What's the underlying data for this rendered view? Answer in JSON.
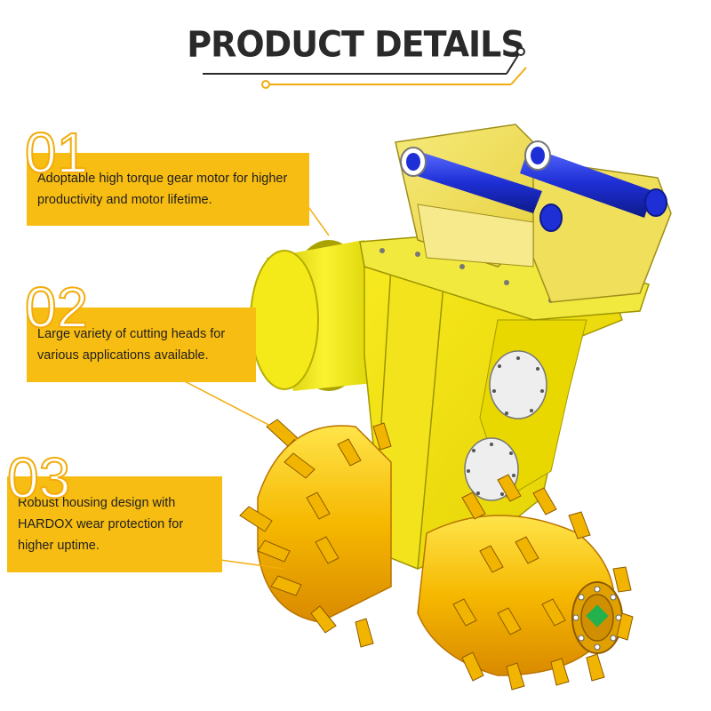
{
  "header": {
    "title": "PRODUCT DETAILS"
  },
  "features": [
    {
      "number": "01",
      "text": "Adoptable high torque gear motor for higher productivity and motor lifetime."
    },
    {
      "number": "02",
      "text": "Large variety of cutting heads for various applications available."
    },
    {
      "number": "03",
      "text": "Robust housing design with HARDOX wear protection for higher uptime."
    }
  ],
  "colors": {
    "accent": "#f8bd12",
    "title": "#2a2a2a",
    "machine": "#f5e200",
    "pins": "#1e2fd6"
  }
}
